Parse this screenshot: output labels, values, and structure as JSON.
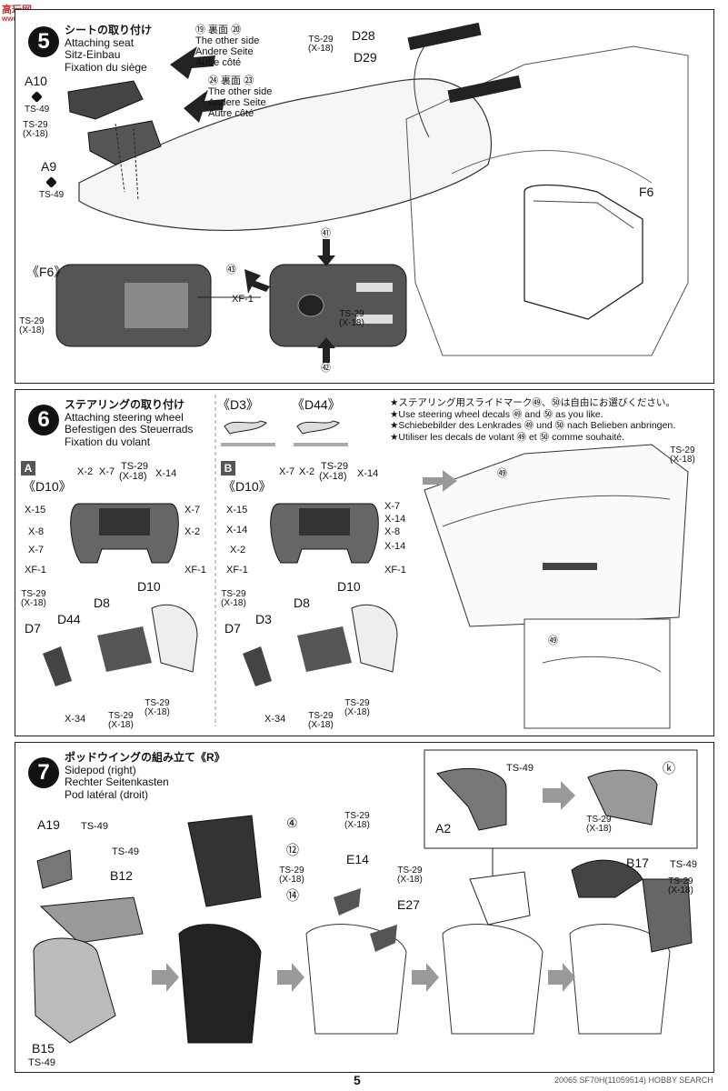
{
  "watermark": {
    "logo": "高玩网",
    "site": "www.gaowan.com"
  },
  "page_number": "5",
  "footer_code": "20065 SF70H(11059514)",
  "footer_logo": "HOBBY SEARCH",
  "step5": {
    "number": "5",
    "title_jp": "シートの取り付け",
    "title_en": "Attaching seat",
    "title_de": "Sitz-Einbau",
    "title_fr": "Fixation du siège",
    "callout1": {
      "nums": "⑲ 裏面 ⑳",
      "lines": [
        "The other side",
        "Andere Seite",
        "Autre côté"
      ]
    },
    "callout2": {
      "nums": "㉔ 裏面 ㉓",
      "lines": [
        "The other side",
        "Andere Seite",
        "Autre côté"
      ]
    },
    "parts": {
      "a10": "A10",
      "a9": "A9",
      "d28": "D28",
      "d29": "D29",
      "f6": "F6",
      "f6_detail": "《F6》"
    },
    "paints": {
      "ts49_a": "TS-49",
      "ts29_a": "TS-29",
      "x18_a": "(X-18)",
      "ts49_b": "TS-49",
      "ts29_b": "TS-29",
      "x18_b": "(X-18)",
      "ts29_c": "TS-29",
      "x18_c": "(X-18)",
      "xf1": "XF-1",
      "ts29_d": "TS-29",
      "x18_d": "(X-18)"
    },
    "decals": {
      "d43": "㊸",
      "d41": "㊶",
      "d42": "㊷"
    }
  },
  "step6": {
    "number": "6",
    "title_jp": "ステアリングの取り付け",
    "title_en": "Attaching steering wheel",
    "title_de": "Befestigen des Steuerrads",
    "title_fr": "Fixation du volant",
    "variant_d3": "《D3》",
    "variant_d44": "《D44》",
    "notes": [
      "★ステアリング用スライドマーク㊾、㊿は自由にお選びください。",
      "★Use steering wheel decals ㊾ and ㊿ as you like.",
      "★Schiebebilder des Lenkrades ㊾ und ㊿ nach Belieben anbringen.",
      "★Utiliser les decals de volant ㊾ et ㊿ comme souhaité."
    ],
    "box_a": "A",
    "box_b": "B",
    "wheel_a": {
      "label": "《D10》",
      "top": [
        "X-2",
        "X-7",
        "TS-29",
        "(X-18)",
        "X-14"
      ],
      "left": [
        "X-15",
        "X-8",
        "X-7",
        "XF-1"
      ],
      "right": [
        "X-7",
        "X-2",
        "XF-1"
      ]
    },
    "wheel_b": {
      "label": "《D10》",
      "top": [
        "X-7",
        "X-2",
        "TS-29",
        "(X-18)",
        "X-14"
      ],
      "left": [
        "X-15",
        "X-14",
        "X-2",
        "XF-1"
      ],
      "right": [
        "X-7",
        "X-14",
        "X-8",
        "X-14",
        "XF-1"
      ]
    },
    "assembly_a": {
      "ts29": "TS-29",
      "x18": "(X-18)",
      "d7": "D7",
      "d44": "D44",
      "d8": "D8",
      "d10": "D10",
      "x34": "X-34",
      "ts29b": "TS-29",
      "x18b": "(X-18)",
      "ts29c": "TS-29",
      "x18c": "(X-18)"
    },
    "assembly_b": {
      "ts29": "TS-29",
      "x18": "(X-18)",
      "d7": "D7",
      "d3": "D3",
      "d8": "D8",
      "d10": "D10",
      "x34": "X-34",
      "ts29b": "TS-29",
      "x18b": "(X-18)",
      "ts29c": "TS-29",
      "x18c": "(X-18)"
    },
    "car": {
      "ts29": "TS-29",
      "x18": "(X-18)",
      "decal1": "㊾",
      "decal2": "㊾"
    }
  },
  "step7": {
    "number": "7",
    "title_jp": "ポッドウイングの組み立て《R》",
    "title_en": "Sidepod (right)",
    "title_de": "Rechter Seitenkasten",
    "title_fr": "Pod latéral (droit)",
    "parts": {
      "a19": "A19",
      "b12": "B12",
      "b15": "B15",
      "e14": "E14",
      "e27": "E27",
      "a2": "A2",
      "b17": "B17"
    },
    "paints": {
      "ts49_a": "TS-49",
      "ts49_b": "TS-49",
      "ts49_c": "TS-49",
      "ts29_a": "TS-29",
      "x18_a": "(X-18)",
      "ts29_b": "TS-29",
      "x18_b": "(X-18)",
      "ts29_c": "TS-29",
      "x18_c": "(X-18)",
      "ts29_d": "TS-29",
      "x18_d": "(X-18)",
      "ts49_d": "TS-49",
      "ts49_e": "TS-49",
      "ts29_e": "TS-29",
      "x18_e": "(X-18)"
    },
    "decals": {
      "d4": "④",
      "d12": "⑫",
      "d14": "⑭",
      "k": "ⓚ"
    }
  }
}
